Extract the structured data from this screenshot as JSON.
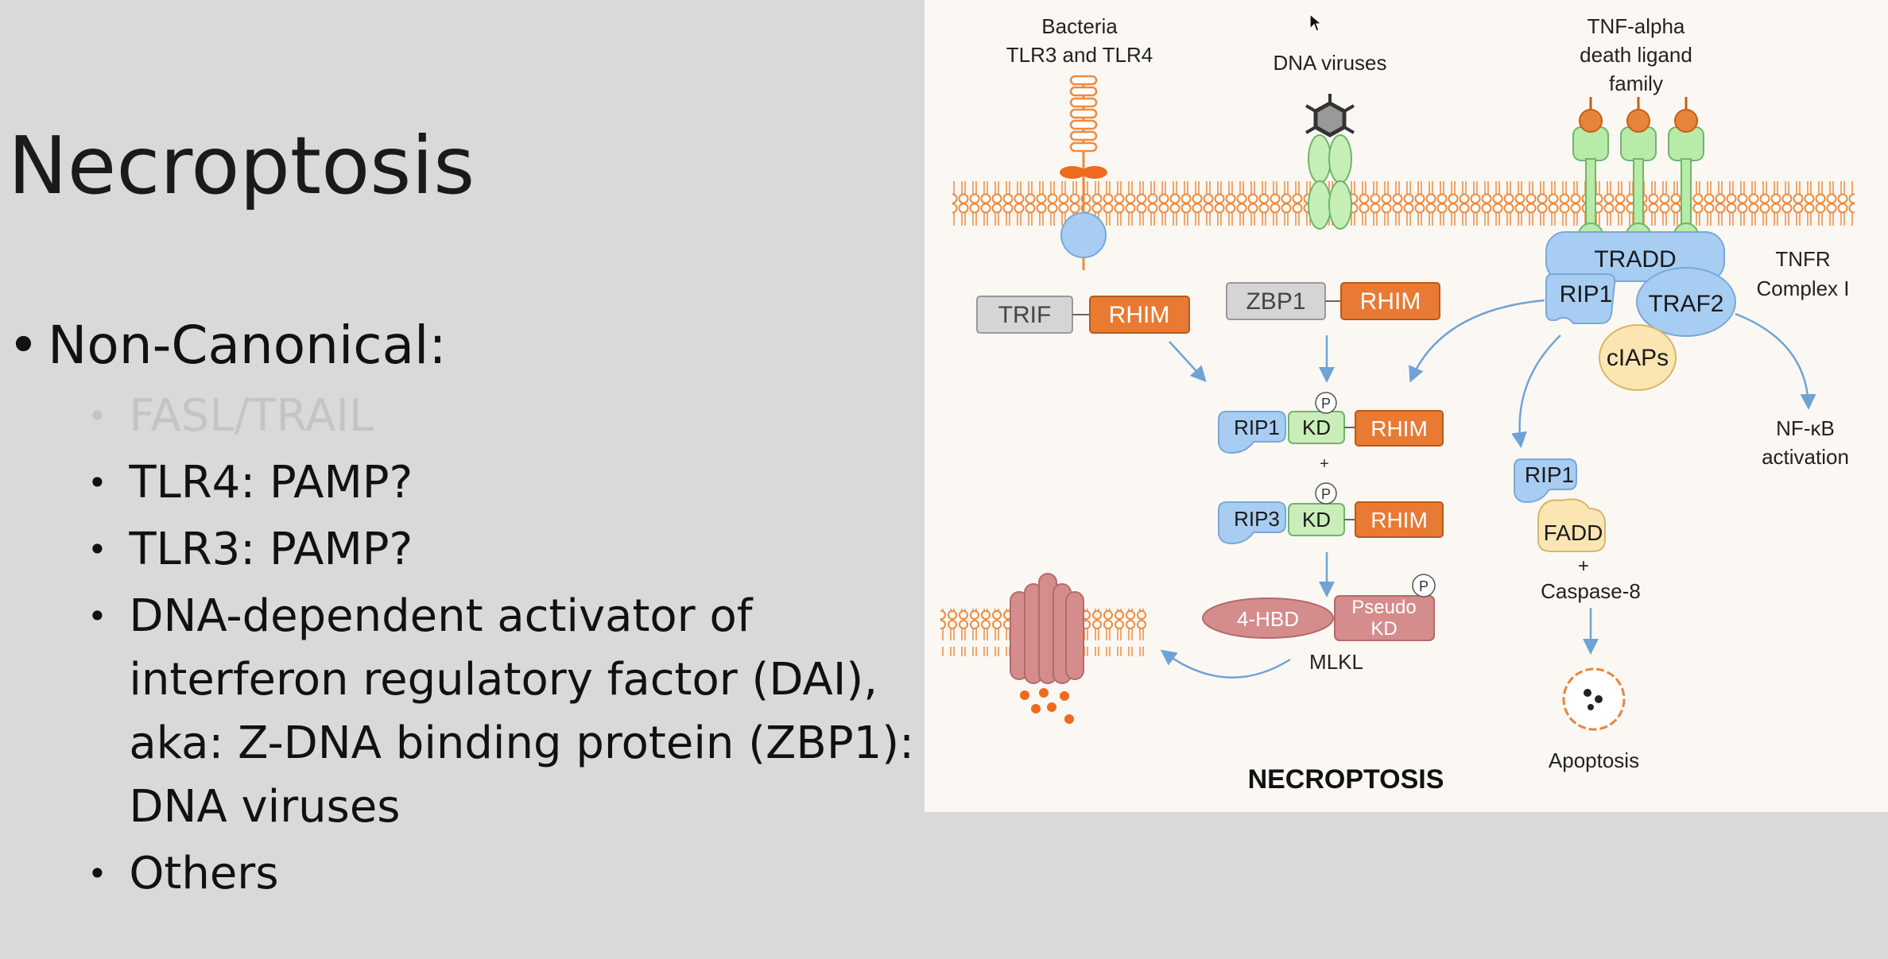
{
  "slide": {
    "title": "Necroptosis",
    "bullets": [
      {
        "text": "Non-Canonical:"
      }
    ],
    "sub_bullets": [
      {
        "text": "FASL/TRAIL",
        "faded": true
      },
      {
        "text": "TLR4: PAMP?"
      },
      {
        "text": "TLR3: PAMP?"
      },
      {
        "text": "DNA-dependent activator of interferon regulatory factor (DAI), aka: Z-DNA binding protein (ZBP1): DNA viruses"
      },
      {
        "text": "Others"
      }
    ]
  },
  "diagram": {
    "labels": {
      "bacteria_line1": "Bacteria",
      "bacteria_line2": "TLR3 and TLR4",
      "dna_viruses": "DNA viruses",
      "tnf_line1": "TNF-alpha",
      "tnf_line2": "death ligand",
      "tnf_line3": "family",
      "tradd": "TRADD",
      "rip1_top": "RIP1",
      "traf2": "TRAF2",
      "ciaps": "cIAPs",
      "tnfr_line1": "TNFR",
      "tnfr_line2": "Complex  I",
      "trif": "TRIF",
      "rhim": "RHIM",
      "zbp1": "ZBP1",
      "rip1": "RIP1",
      "rip3": "RIP3",
      "kd": "KD",
      "p": "P",
      "plus": "+",
      "hbd": "4-HBD",
      "pseudo": "Pseudo",
      "mlkl": "MLKL",
      "nfkb_line1": "NF-κB",
      "nfkb_line2": "activation",
      "fadd": "FADD",
      "caspase8": "Caspase-8",
      "apoptosis": "Apoptosis",
      "necroptosis": "NECROPTOSIS"
    },
    "colors": {
      "membrane": "#f08a3c",
      "rhim": "#e87a34",
      "gray_box": "#d5d5d5",
      "rip_blue": "#a8cdf3",
      "kd_green": "#c9eeb9",
      "tnf_green": "#b8eba8",
      "mlkl_red": "#d58c8c",
      "ciaps": "#fbe6b3",
      "arrow": "#6fa3d6"
    }
  }
}
